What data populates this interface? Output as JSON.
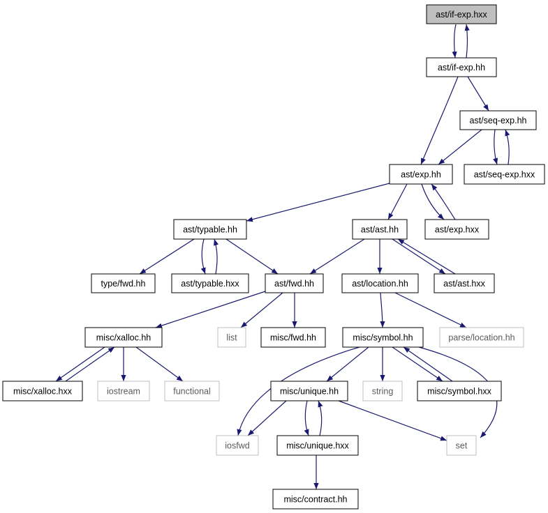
{
  "diagram": {
    "edge_color": "#191970",
    "highlight_fill": "#bfbfbf",
    "system_border": "#bfbfbf",
    "nodes": [
      {
        "id": "if_exp_hxx",
        "label": "ast/if-exp.hxx",
        "kind": "highlight"
      },
      {
        "id": "if_exp_hh",
        "label": "ast/if-exp.hh",
        "kind": "file"
      },
      {
        "id": "seq_exp_hh",
        "label": "ast/seq-exp.hh",
        "kind": "file"
      },
      {
        "id": "seq_exp_hxx",
        "label": "ast/seq-exp.hxx",
        "kind": "file"
      },
      {
        "id": "exp_hh",
        "label": "ast/exp.hh",
        "kind": "file"
      },
      {
        "id": "typable_hh",
        "label": "ast/typable.hh",
        "kind": "file"
      },
      {
        "id": "ast_hh",
        "label": "ast/ast.hh",
        "kind": "file"
      },
      {
        "id": "exp_hxx",
        "label": "ast/exp.hxx",
        "kind": "file"
      },
      {
        "id": "type_fwd_hh",
        "label": "type/fwd.hh",
        "kind": "file"
      },
      {
        "id": "typable_hxx",
        "label": "ast/typable.hxx",
        "kind": "file"
      },
      {
        "id": "ast_fwd_hh",
        "label": "ast/fwd.hh",
        "kind": "file"
      },
      {
        "id": "location_hh",
        "label": "ast/location.hh",
        "kind": "file"
      },
      {
        "id": "ast_hxx",
        "label": "ast/ast.hxx",
        "kind": "file"
      },
      {
        "id": "xalloc_hh",
        "label": "misc/xalloc.hh",
        "kind": "file"
      },
      {
        "id": "list",
        "label": "list",
        "kind": "system"
      },
      {
        "id": "misc_fwd_hh",
        "label": "misc/fwd.hh",
        "kind": "file"
      },
      {
        "id": "symbol_hh",
        "label": "misc/symbol.hh",
        "kind": "file"
      },
      {
        "id": "parse_location_hh",
        "label": "parse/location.hh",
        "kind": "system"
      },
      {
        "id": "xalloc_hxx",
        "label": "misc/xalloc.hxx",
        "kind": "file"
      },
      {
        "id": "iostream",
        "label": "iostream",
        "kind": "system"
      },
      {
        "id": "functional",
        "label": "functional",
        "kind": "system"
      },
      {
        "id": "unique_hh",
        "label": "misc/unique.hh",
        "kind": "file"
      },
      {
        "id": "string",
        "label": "string",
        "kind": "system"
      },
      {
        "id": "symbol_hxx",
        "label": "misc/symbol.hxx",
        "kind": "file"
      },
      {
        "id": "iosfwd",
        "label": "iosfwd",
        "kind": "system"
      },
      {
        "id": "unique_hxx",
        "label": "misc/unique.hxx",
        "kind": "file"
      },
      {
        "id": "set",
        "label": "set",
        "kind": "system"
      },
      {
        "id": "contract_hh",
        "label": "misc/contract.hh",
        "kind": "file"
      }
    ],
    "edges": [
      {
        "from": "if_exp_hxx",
        "to": "if_exp_hh"
      },
      {
        "from": "if_exp_hh",
        "to": "if_exp_hxx"
      },
      {
        "from": "if_exp_hh",
        "to": "exp_hh"
      },
      {
        "from": "if_exp_hh",
        "to": "seq_exp_hh"
      },
      {
        "from": "seq_exp_hh",
        "to": "exp_hh"
      },
      {
        "from": "seq_exp_hh",
        "to": "seq_exp_hxx"
      },
      {
        "from": "seq_exp_hxx",
        "to": "seq_exp_hh"
      },
      {
        "from": "exp_hh",
        "to": "typable_hh"
      },
      {
        "from": "exp_hh",
        "to": "ast_hh"
      },
      {
        "from": "exp_hh",
        "to": "exp_hxx"
      },
      {
        "from": "exp_hxx",
        "to": "exp_hh"
      },
      {
        "from": "typable_hh",
        "to": "type_fwd_hh"
      },
      {
        "from": "typable_hh",
        "to": "typable_hxx"
      },
      {
        "from": "typable_hxx",
        "to": "typable_hh"
      },
      {
        "from": "typable_hh",
        "to": "ast_fwd_hh"
      },
      {
        "from": "ast_hh",
        "to": "ast_fwd_hh"
      },
      {
        "from": "ast_hh",
        "to": "location_hh"
      },
      {
        "from": "ast_hh",
        "to": "ast_hxx"
      },
      {
        "from": "ast_hxx",
        "to": "ast_hh"
      },
      {
        "from": "ast_fwd_hh",
        "to": "xalloc_hh"
      },
      {
        "from": "ast_fwd_hh",
        "to": "list"
      },
      {
        "from": "ast_fwd_hh",
        "to": "misc_fwd_hh"
      },
      {
        "from": "location_hh",
        "to": "symbol_hh"
      },
      {
        "from": "location_hh",
        "to": "parse_location_hh"
      },
      {
        "from": "xalloc_hh",
        "to": "xalloc_hxx"
      },
      {
        "from": "xalloc_hxx",
        "to": "xalloc_hh"
      },
      {
        "from": "xalloc_hh",
        "to": "iostream"
      },
      {
        "from": "xalloc_hh",
        "to": "functional"
      },
      {
        "from": "symbol_hh",
        "to": "iosfwd"
      },
      {
        "from": "symbol_hh",
        "to": "unique_hh"
      },
      {
        "from": "symbol_hh",
        "to": "string"
      },
      {
        "from": "symbol_hh",
        "to": "symbol_hxx"
      },
      {
        "from": "symbol_hxx",
        "to": "symbol_hh"
      },
      {
        "from": "symbol_hh",
        "to": "set"
      },
      {
        "from": "unique_hh",
        "to": "iosfwd"
      },
      {
        "from": "unique_hh",
        "to": "unique_hxx"
      },
      {
        "from": "unique_hxx",
        "to": "unique_hh"
      },
      {
        "from": "unique_hh",
        "to": "set"
      },
      {
        "from": "unique_hxx",
        "to": "contract_hh"
      }
    ]
  }
}
